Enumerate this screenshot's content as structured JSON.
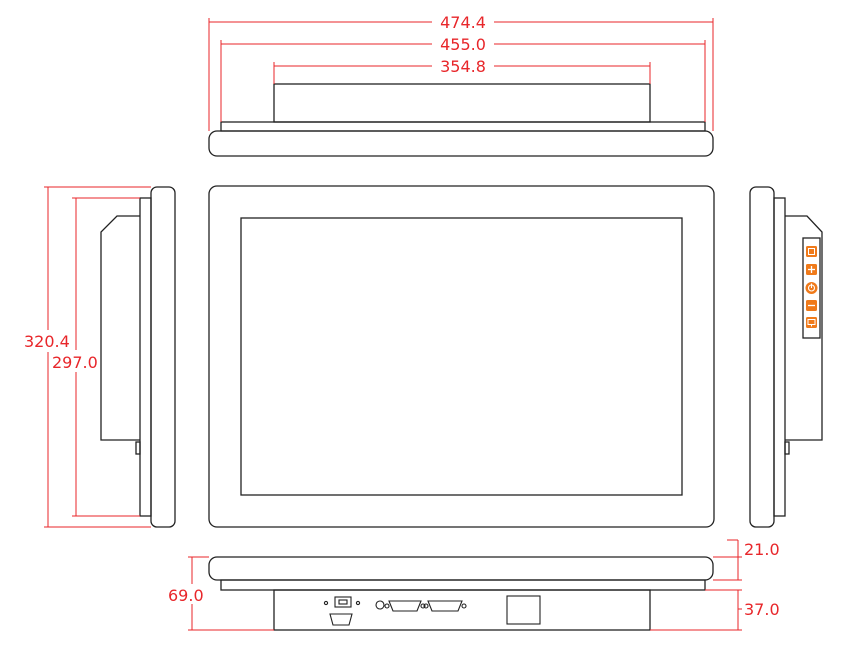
{
  "colors": {
    "outline": "#222222",
    "dimension": "#e8262a",
    "button": "#f07a1a"
  },
  "dimensions": {
    "overall_width": "474.4",
    "bezel_width": "455.0",
    "body_width": "354.8",
    "overall_height": "320.4",
    "bezel_height": "297.0",
    "total_depth": "69.0",
    "front_depth": "21.0",
    "rear_depth": "37.0"
  },
  "icons": [
    "menu-button-icon",
    "plus-button-icon",
    "power-button-icon",
    "minus-button-icon",
    "display-button-icon"
  ]
}
